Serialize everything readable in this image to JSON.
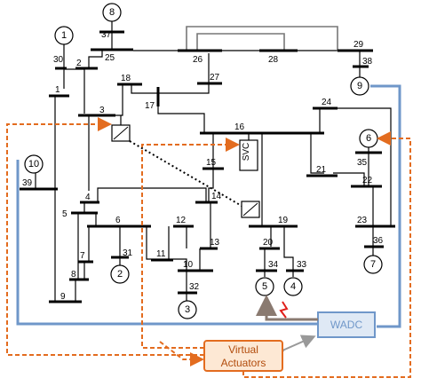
{
  "bus_labels": {
    "b1": "1",
    "b2": "2",
    "b3": "3",
    "b4": "4",
    "b5": "5",
    "b6": "6",
    "b7": "7",
    "b8": "8",
    "b9": "9",
    "b10": "10",
    "b11": "11",
    "b12": "12",
    "b13": "13",
    "b14": "14",
    "b15": "15",
    "b16": "16",
    "b17": "17",
    "b18": "18",
    "b19": "19",
    "b20": "20",
    "b21": "21",
    "b22": "22",
    "b23": "23",
    "b24": "24",
    "b25": "25",
    "b26": "26",
    "b27": "27",
    "b28": "28",
    "b29": "29",
    "b30": "30",
    "b31": "31",
    "b32": "32",
    "b33": "33",
    "b34": "34",
    "b35": "35",
    "b36": "36",
    "b37": "37",
    "b38": "38",
    "b39": "39"
  },
  "generator_labels": {
    "g1": "1",
    "g2": "2",
    "g3": "3",
    "g4": "4",
    "g5": "5",
    "g6": "6",
    "g7": "7",
    "g8": "8",
    "g9": "9",
    "g10": "10"
  },
  "svc_label": "SVC",
  "wadc_label": "WADC",
  "actuators": {
    "line1": "Virtual",
    "line2": "Actuators"
  },
  "colors": {
    "control_signal": "#6f97c9",
    "actuation_signal": "#e36c1f",
    "actuator_fill": "#fde8d4",
    "wadc_fill": "#dfe9f5",
    "fault_icon": "#e0201b"
  }
}
